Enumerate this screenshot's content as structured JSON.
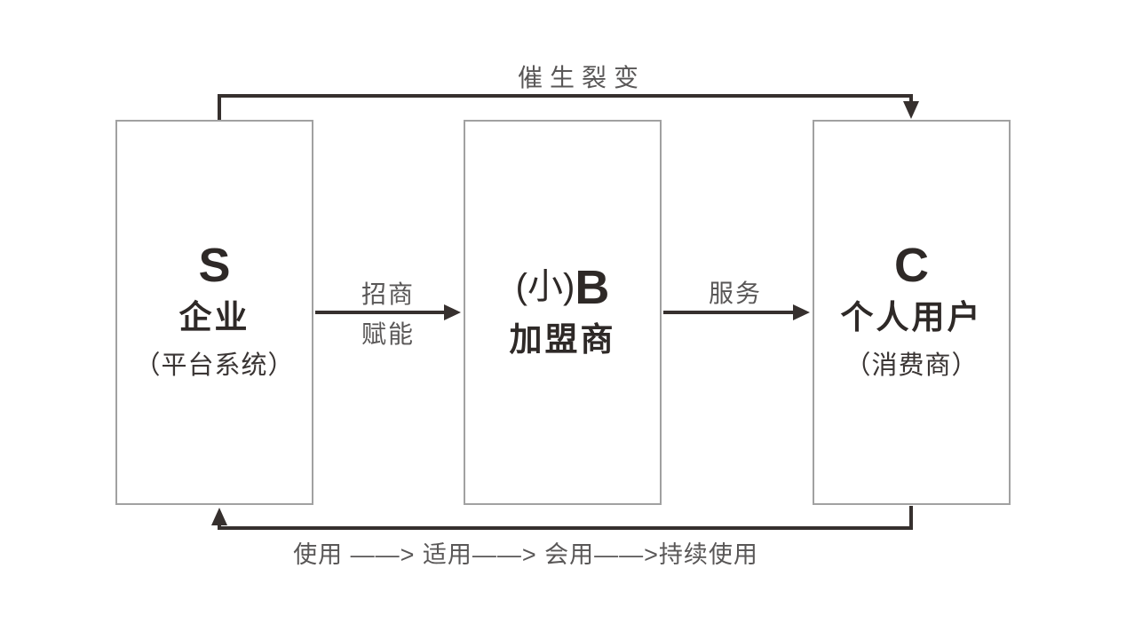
{
  "diagram": {
    "title": "S2B2C flow diagram",
    "colors": {
      "box_border": "#a1a1a1",
      "arrow": "#36302e",
      "flow_label_gray": "#595757",
      "node_text_dark": "#2e2927"
    },
    "nodes": [
      {
        "id": "s",
        "letter": "S",
        "name": "企业",
        "subtitle": "（平台系统）"
      },
      {
        "id": "b",
        "letter_prefix": "(小)",
        "letter": "B",
        "name": "加盟商"
      },
      {
        "id": "c",
        "letter": "C",
        "name": "个人用户",
        "subtitle": "（消费商）"
      }
    ],
    "flows": {
      "top": {
        "label": "催生裂变",
        "from": "s",
        "to": "c"
      },
      "s_to_b": {
        "label_top": "招商",
        "label_bottom": "赋能",
        "from": "s",
        "to": "b"
      },
      "b_to_c": {
        "label": "服务",
        "from": "b",
        "to": "c"
      },
      "bottom": {
        "label": "使用 ——> 适用——> 会用——>持续使用",
        "from": "c",
        "to": "s"
      }
    }
  }
}
